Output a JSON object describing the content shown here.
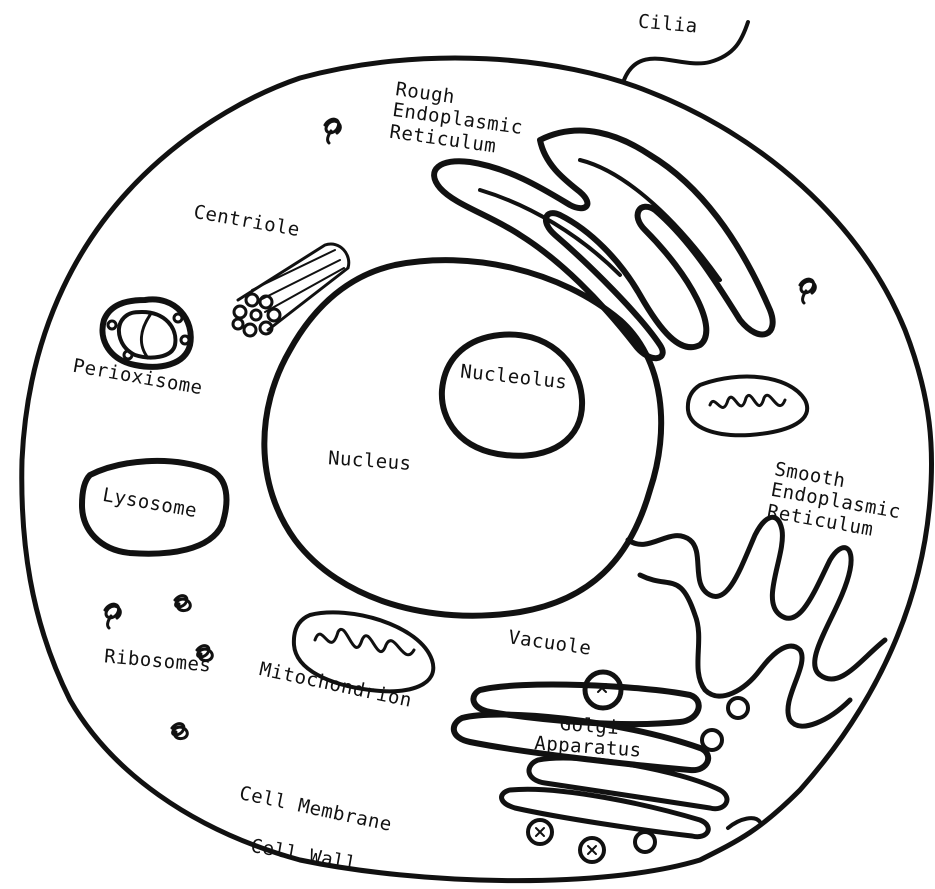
{
  "colors": {
    "ink": "#111111",
    "paper": "#ffffff"
  },
  "labels": {
    "cilia": "Cilia",
    "rough_er": "Rough\nEndoplasmic\nReticulum",
    "centriole": "Centriole",
    "perioxisome": "Perioxisome",
    "nucleolus": "Nucleolus",
    "nucleus": "Nucleus",
    "lysosome": "Lysosome",
    "smooth_er": "Smooth\nEndoplasmic\nReticulum",
    "ribosomes": "Ribosomes",
    "mitochondrion": "Mitochondrion",
    "vacuole": "Vacuole",
    "golgi": "Golgi\nApparatus",
    "cell_membrane": "Cell Membrane",
    "cell_wall": "Cell Wall"
  }
}
